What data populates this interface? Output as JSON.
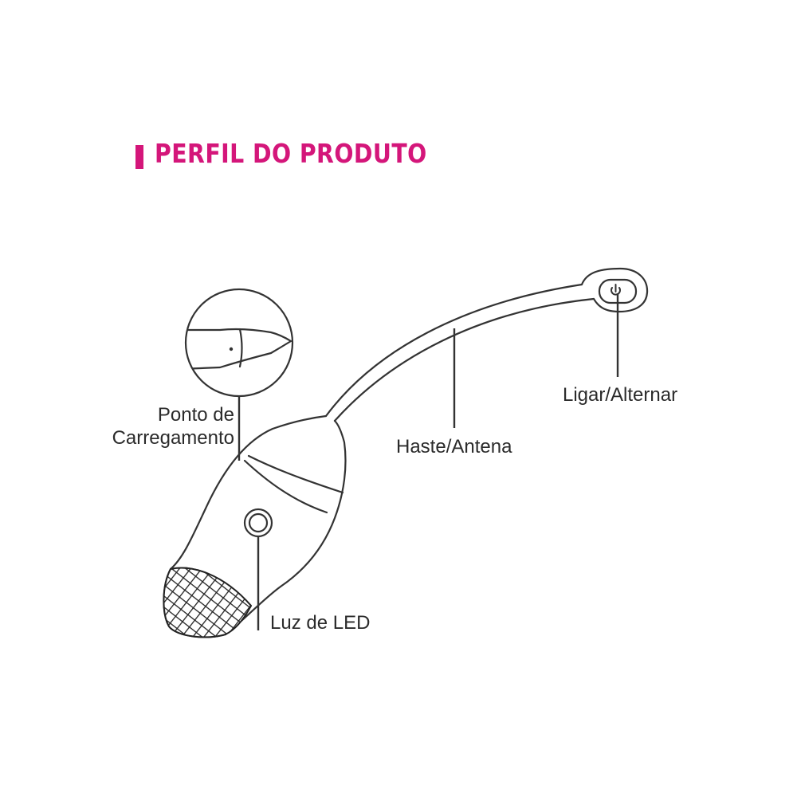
{
  "header": {
    "title": "PERFIL DO PRODUTO",
    "accent_color": "#d4167a"
  },
  "labels": {
    "charging_line1": "Ponto de",
    "charging_line2": "Carregamento",
    "antenna": "Haste/Antena",
    "power": "Ligar/Alternar",
    "led": "Luz de LED"
  },
  "icons": {
    "power_button": "power-icon",
    "led": "led-light-icon",
    "charging_port": "charging-port-icon"
  },
  "line_color": "#333333"
}
